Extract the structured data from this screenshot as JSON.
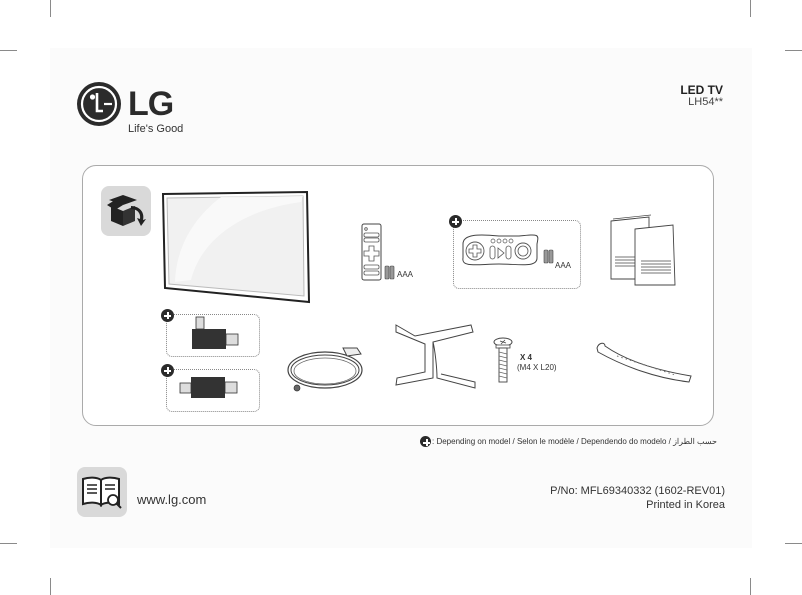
{
  "brand": {
    "name": "LG",
    "tagline": "Life's Good"
  },
  "product": {
    "title": "LED TV",
    "model": "LH54**"
  },
  "accessories": {
    "items": [
      {
        "name": "TV set"
      },
      {
        "name": "Remote control",
        "battery_label": "AAA"
      },
      {
        "name": "Magic remote control",
        "battery_label": "AAA",
        "optional": true
      },
      {
        "name": "Owner's manual"
      },
      {
        "name": "Antenna adapter (angled)",
        "optional": true
      },
      {
        "name": "Antenna adapter (straight)",
        "optional": true
      },
      {
        "name": "Power cord"
      },
      {
        "name": "Stand base"
      },
      {
        "name": "Stand screws",
        "quantity": "X 4",
        "spec": "(M4 X L20)"
      },
      {
        "name": "Cable holder"
      }
    ]
  },
  "legend": {
    "note": ": Depending on model / Selon le modèle / Dependendo do modelo / حسب الطراز"
  },
  "footer": {
    "url": "www.lg.com",
    "part_number": "P/No: MFL69340332 (1602-REV01)",
    "printed": "Printed in Korea"
  }
}
